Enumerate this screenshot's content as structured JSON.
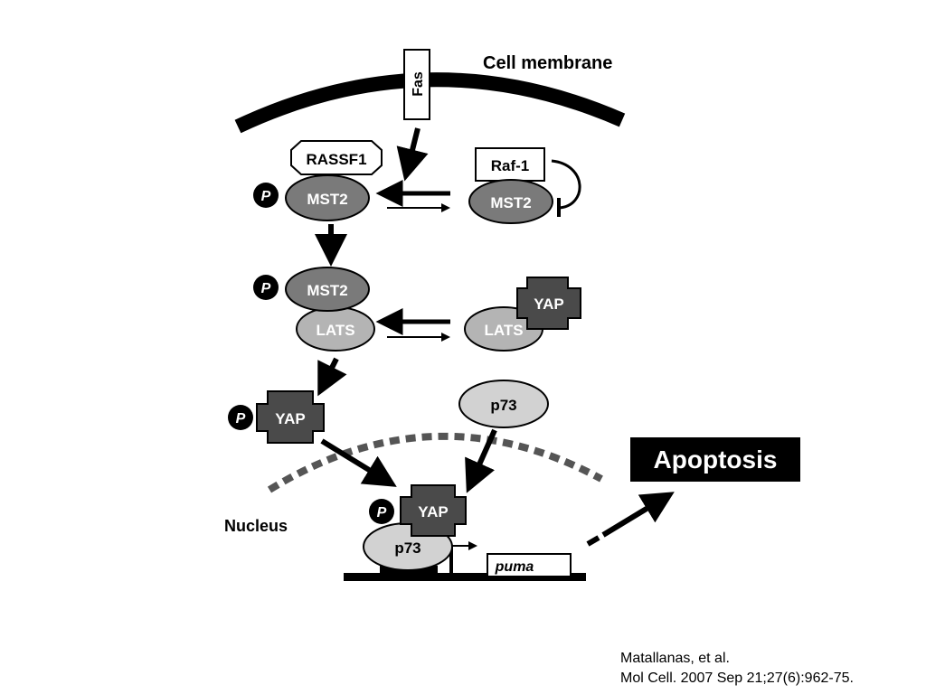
{
  "labels": {
    "cell_membrane": "Cell membrane",
    "nucleus": "Nucleus",
    "apoptosis": "Apoptosis",
    "phospho": "P",
    "gene": "puma"
  },
  "proteins": {
    "fas": "Fas",
    "rassf1": "RASSF1",
    "mst2": "MST2",
    "raf1": "Raf-1",
    "lats": "LATS",
    "yap": "YAP",
    "p73": "p73"
  },
  "citation": {
    "line1": "Matallanas, et al.",
    "line2": "Mol Cell. 2007 Sep 21;27(6):962-75."
  },
  "colors": {
    "mst2_fill": "#7a7a7a",
    "lats_fill": "#b4b4b4",
    "yap_fill": "#4a4a4a",
    "p73_fill": "#d2d2d2",
    "black": "#000000",
    "white": "#ffffff"
  }
}
